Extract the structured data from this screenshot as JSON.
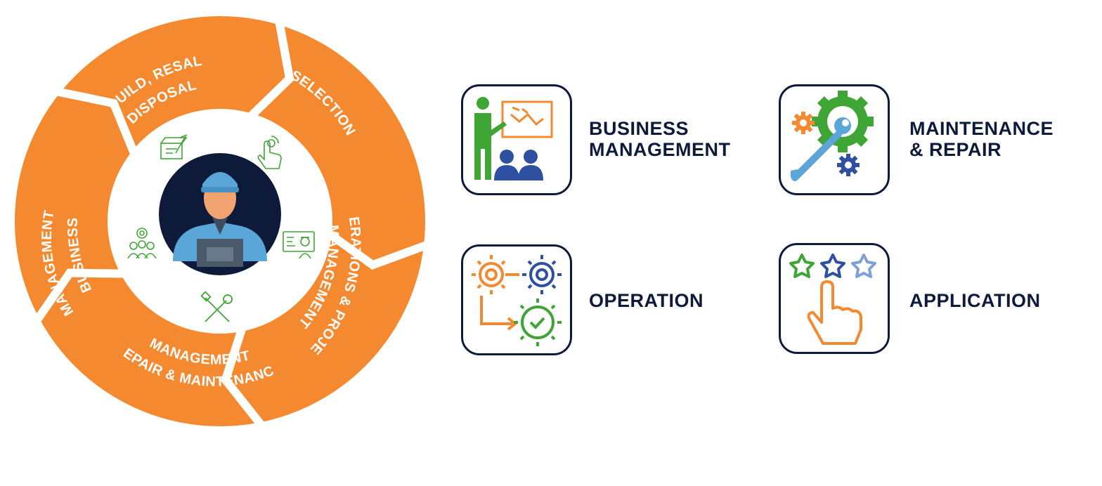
{
  "cycle": {
    "segments": [
      {
        "id": "rebuild",
        "line1": "REBUILD, RESALE,",
        "line2": "DISPOSAL"
      },
      {
        "id": "selection",
        "line1": "SELECTION",
        "line2": ""
      },
      {
        "id": "operations",
        "line1": "OPERATIONS & PROJECT",
        "line2": "MANAGEMENT"
      },
      {
        "id": "repair",
        "line1": "REPAIR & MAINTENANCE",
        "line2": "MANAGEMENT"
      },
      {
        "id": "business",
        "line1": "BUSINESS",
        "line2": "MANAGEMENT"
      }
    ],
    "center_icon": "technician-avatar-icon",
    "inner_icons": [
      "blueprint-icon",
      "hand-pointer-icon",
      "engineer-screen-icon",
      "tools-icon",
      "team-gear-icon"
    ]
  },
  "legend": [
    {
      "label": "BUSINESS\nMANAGEMENT",
      "icon": "presentation-icon"
    },
    {
      "label": "MAINTENANCE\n& REPAIR",
      "icon": "wrench-gears-icon"
    },
    {
      "label": "OPERATION",
      "icon": "gear-workflow-icon"
    },
    {
      "label": "APPLICATION",
      "icon": "star-rating-hand-icon"
    }
  ],
  "colors": {
    "ring": "#f4892f",
    "navy": "#0d1a3a",
    "green": "#3fa535",
    "blue": "#2f4fa0",
    "light_blue": "#7f9fd6",
    "orange": "#f4892f"
  }
}
